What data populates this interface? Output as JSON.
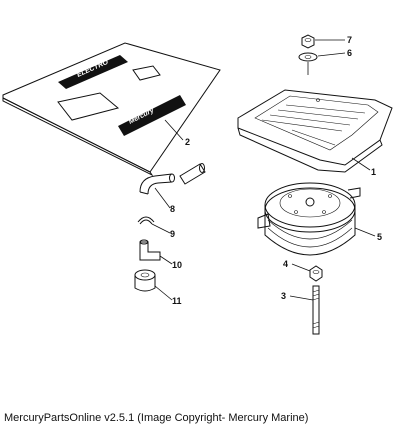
{
  "callouts": [
    {
      "id": "callout-1",
      "label": "1"
    },
    {
      "id": "callout-2",
      "label": "2"
    },
    {
      "id": "callout-3",
      "label": "3"
    },
    {
      "id": "callout-4",
      "label": "4"
    },
    {
      "id": "callout-5",
      "label": "5"
    },
    {
      "id": "callout-6",
      "label": "6"
    },
    {
      "id": "callout-7",
      "label": "7"
    },
    {
      "id": "callout-8",
      "label": "8"
    },
    {
      "id": "callout-9",
      "label": "9"
    },
    {
      "id": "callout-10",
      "label": "10"
    },
    {
      "id": "callout-11",
      "label": "11"
    }
  ],
  "decal": {
    "text_a": "ELECTRO",
    "text_b": "Mercury"
  },
  "caption": "MercuryPartsOnline v2.5.1 (Image Copyright- Mercury Marine)"
}
